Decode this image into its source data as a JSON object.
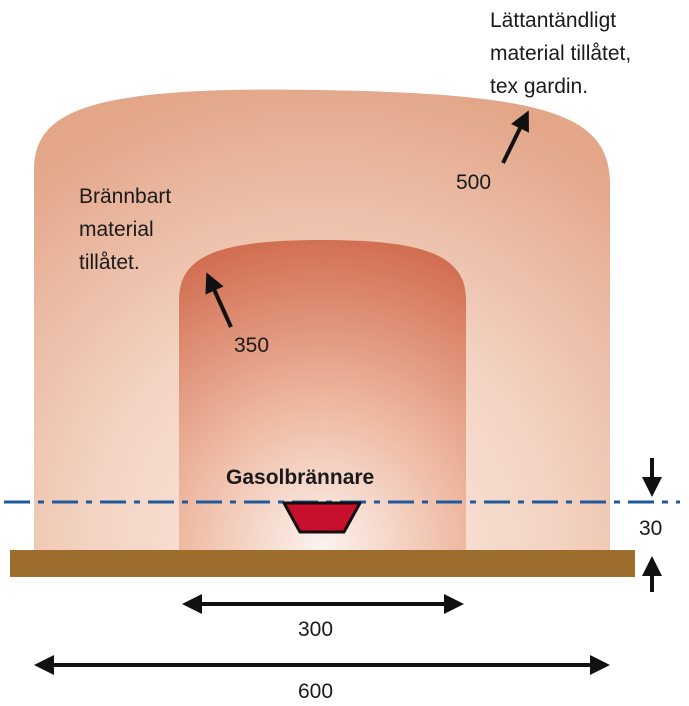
{
  "labels": {
    "outer_zone_lines": [
      "Lättantändligt",
      "material tillåtet,",
      "tex gardin."
    ],
    "middle_zone_lines": [
      "Brännbart",
      "material",
      "tillåtet."
    ],
    "burner": "Gasolbrännare",
    "outer_height": "500",
    "inner_height": "350",
    "inner_width": "300",
    "outer_width": "600",
    "burner_offset": "30"
  },
  "colors": {
    "outer_zone": "#e4a98e",
    "inner_zone": "#d4735a",
    "floor": "#9c6d2c",
    "burner": "#c8102e",
    "centerline": "#1f5a9e",
    "arrow": "#111111"
  }
}
